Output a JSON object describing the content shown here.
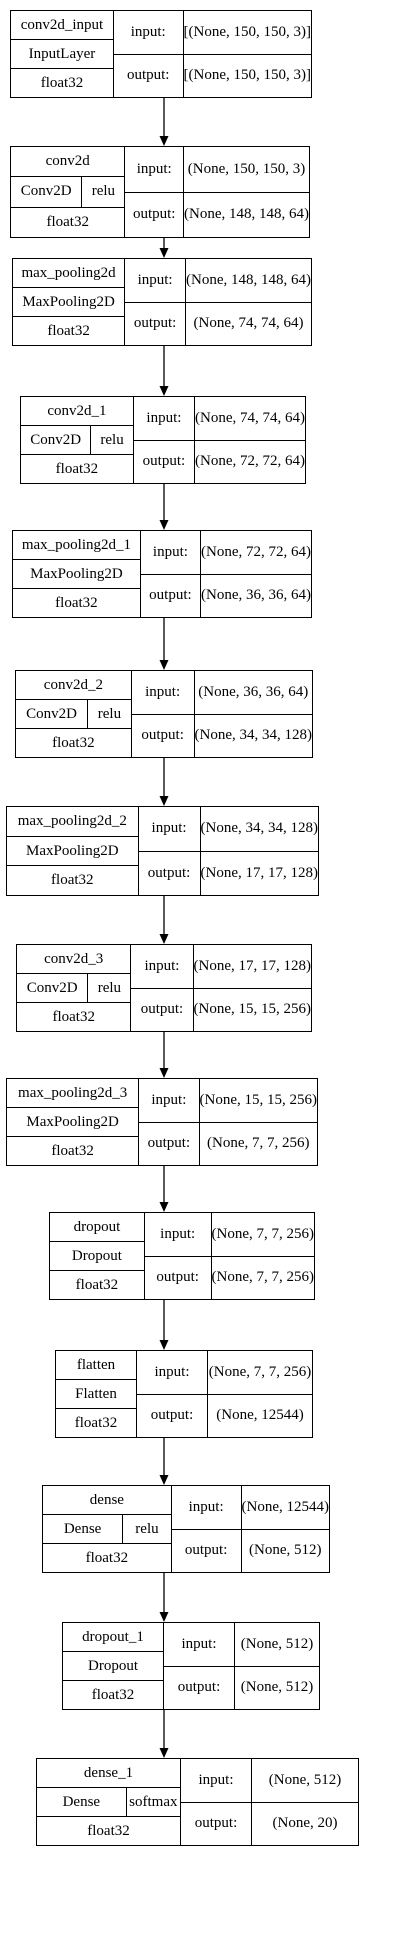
{
  "layers": [
    {
      "name": "conv2d_input",
      "type": "InputLayer",
      "activation": "",
      "dtype": "float32",
      "input_label": "input:",
      "output_label": "output:",
      "input_shape": "[(None, 150, 150, 3)]",
      "output_shape": "[(None, 150, 150, 3)]"
    },
    {
      "name": "conv2d",
      "type": "Conv2D",
      "activation": "relu",
      "dtype": "float32",
      "input_label": "input:",
      "output_label": "output:",
      "input_shape": "(None, 150, 150, 3)",
      "output_shape": "(None, 148, 148, 64)"
    },
    {
      "name": "max_pooling2d",
      "type": "MaxPooling2D",
      "activation": "",
      "dtype": "float32",
      "input_label": "input:",
      "output_label": "output:",
      "input_shape": "(None, 148, 148, 64)",
      "output_shape": "(None, 74, 74, 64)"
    },
    {
      "name": "conv2d_1",
      "type": "Conv2D",
      "activation": "relu",
      "dtype": "float32",
      "input_label": "input:",
      "output_label": "output:",
      "input_shape": "(None, 74, 74, 64)",
      "output_shape": "(None, 72, 72, 64)"
    },
    {
      "name": "max_pooling2d_1",
      "type": "MaxPooling2D",
      "activation": "",
      "dtype": "float32",
      "input_label": "input:",
      "output_label": "output:",
      "input_shape": "(None, 72, 72, 64)",
      "output_shape": "(None, 36, 36, 64)"
    },
    {
      "name": "conv2d_2",
      "type": "Conv2D",
      "activation": "relu",
      "dtype": "float32",
      "input_label": "input:",
      "output_label": "output:",
      "input_shape": "(None, 36, 36, 64)",
      "output_shape": "(None, 34, 34, 128)"
    },
    {
      "name": "max_pooling2d_2",
      "type": "MaxPooling2D",
      "activation": "",
      "dtype": "float32",
      "input_label": "input:",
      "output_label": "output:",
      "input_shape": "(None, 34, 34, 128)",
      "output_shape": "(None, 17, 17, 128)"
    },
    {
      "name": "conv2d_3",
      "type": "Conv2D",
      "activation": "relu",
      "dtype": "float32",
      "input_label": "input:",
      "output_label": "output:",
      "input_shape": "(None, 17, 17, 128)",
      "output_shape": "(None, 15, 15, 256)"
    },
    {
      "name": "max_pooling2d_3",
      "type": "MaxPooling2D",
      "activation": "",
      "dtype": "float32",
      "input_label": "input:",
      "output_label": "output:",
      "input_shape": "(None, 15, 15, 256)",
      "output_shape": "(None, 7, 7, 256)"
    },
    {
      "name": "dropout",
      "type": "Dropout",
      "activation": "",
      "dtype": "float32",
      "input_label": "input:",
      "output_label": "output:",
      "input_shape": "(None, 7, 7, 256)",
      "output_shape": "(None, 7, 7, 256)"
    },
    {
      "name": "flatten",
      "type": "Flatten",
      "activation": "",
      "dtype": "float32",
      "input_label": "input:",
      "output_label": "output:",
      "input_shape": "(None, 7, 7, 256)",
      "output_shape": "(None, 12544)"
    },
    {
      "name": "dense",
      "type": "Dense",
      "activation": "relu",
      "dtype": "float32",
      "input_label": "input:",
      "output_label": "output:",
      "input_shape": "(None, 12544)",
      "output_shape": "(None, 512)"
    },
    {
      "name": "dropout_1",
      "type": "Dropout",
      "activation": "",
      "dtype": "float32",
      "input_label": "input:",
      "output_label": "output:",
      "input_shape": "(None, 512)",
      "output_shape": "(None, 512)"
    },
    {
      "name": "dense_1",
      "type": "Dense",
      "activation": "softmax",
      "dtype": "float32",
      "input_label": "input:",
      "output_label": "output:",
      "input_shape": "(None, 512)",
      "output_shape": "(None, 20)"
    }
  ]
}
